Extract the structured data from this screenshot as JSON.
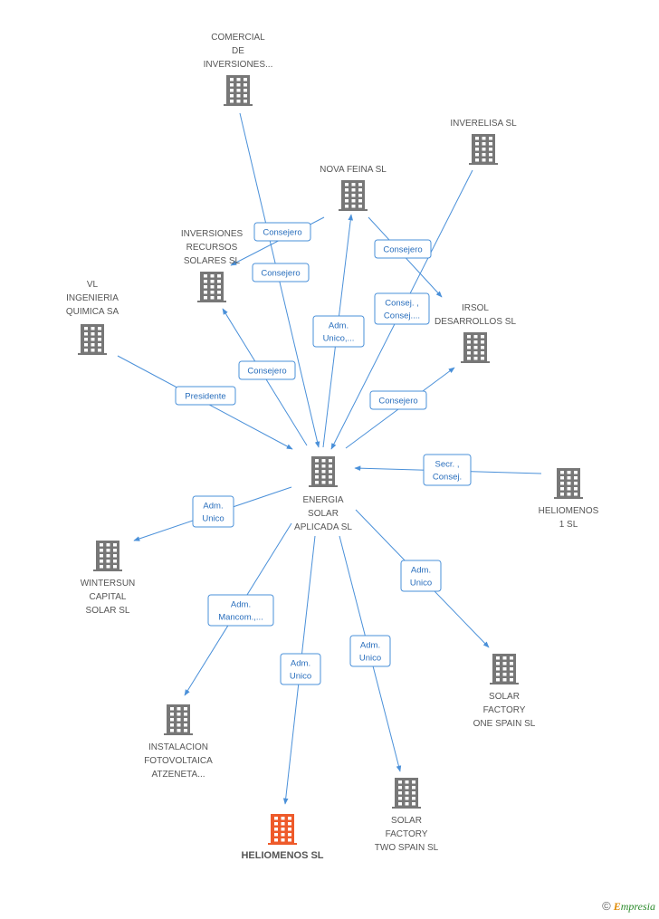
{
  "colors": {
    "node": "#777777",
    "highlight": "#ee5a2a",
    "edge": "#4a90d9",
    "edge_text": "#2a6fbd"
  },
  "nodes": [
    {
      "id": "comercial",
      "label": [
        "COMERCIAL",
        "DE",
        "INVERSIONES..."
      ],
      "icon": "building-icon"
    },
    {
      "id": "inverelisa",
      "label": [
        "INVERELISA SL"
      ],
      "icon": "building-icon"
    },
    {
      "id": "novafeina",
      "label": [
        "NOVA FEINA SL"
      ],
      "icon": "building-icon"
    },
    {
      "id": "invrecursos",
      "label": [
        "INVERSIONES",
        "RECURSOS",
        "SOLARES SL"
      ],
      "icon": "building-icon"
    },
    {
      "id": "irsol",
      "label": [
        "IRSOL",
        "DESARROLLOS SL"
      ],
      "icon": "building-icon"
    },
    {
      "id": "vl",
      "label": [
        "VL",
        "INGENIERIA",
        "QUIMICA SA"
      ],
      "icon": "building-icon"
    },
    {
      "id": "energia",
      "label": [
        "ENERGIA",
        "SOLAR",
        "APLICADA SL"
      ],
      "icon": "building-icon"
    },
    {
      "id": "heliomenos1",
      "label": [
        "HELIOMENOS",
        "1  SL"
      ],
      "icon": "building-icon"
    },
    {
      "id": "wintersun",
      "label": [
        "WINTERSUN",
        "CAPITAL",
        "SOLAR SL"
      ],
      "icon": "building-icon"
    },
    {
      "id": "sfone",
      "label": [
        "SOLAR",
        "FACTORY",
        "ONE SPAIN SL"
      ],
      "icon": "building-icon"
    },
    {
      "id": "instalacion",
      "label": [
        "INSTALACION",
        "FOTOVOLTAICA",
        "ATZENETA..."
      ],
      "icon": "building-icon"
    },
    {
      "id": "sftwo",
      "label": [
        "SOLAR",
        "FACTORY",
        "TWO SPAIN SL"
      ],
      "icon": "building-icon"
    },
    {
      "id": "heliomenos",
      "label": [
        "HELIOMENOS SL"
      ],
      "icon": "building-icon",
      "highlight": true
    }
  ],
  "edges": [
    {
      "id": "comercial-energia",
      "label": [
        "Consejero"
      ]
    },
    {
      "id": "novafeina-invrecursos",
      "label": [
        "Consejero"
      ]
    },
    {
      "id": "novafeina-irsol",
      "label": [
        "Consejero"
      ]
    },
    {
      "id": "inverelisa-energia",
      "label": [
        "Consej. ,",
        "Consej...."
      ]
    },
    {
      "id": "energia-novafeina",
      "label": [
        "Adm.",
        "Unico,..."
      ]
    },
    {
      "id": "energia-invrecursos",
      "label": [
        "Consejero"
      ]
    },
    {
      "id": "vl-energia",
      "label": [
        "Presidente"
      ]
    },
    {
      "id": "energia-irsol",
      "label": [
        "Consejero"
      ]
    },
    {
      "id": "heliomenos1-energia",
      "label": [
        "Secr. ,",
        "Consej."
      ]
    },
    {
      "id": "energia-wintersun",
      "label": [
        "Adm.",
        "Unico"
      ]
    },
    {
      "id": "energia-instalacion",
      "label": [
        "Adm.",
        "Mancom.,..."
      ]
    },
    {
      "id": "energia-heliomenos",
      "label": [
        "Adm.",
        "Unico"
      ]
    },
    {
      "id": "energia-sftwo",
      "label": [
        "Adm.",
        "Unico"
      ]
    },
    {
      "id": "energia-sfone",
      "label": [
        "Adm.",
        "Unico"
      ]
    }
  ],
  "footer": {
    "copyright": "©",
    "brand_first": "E",
    "brand_rest": "mpresia"
  }
}
